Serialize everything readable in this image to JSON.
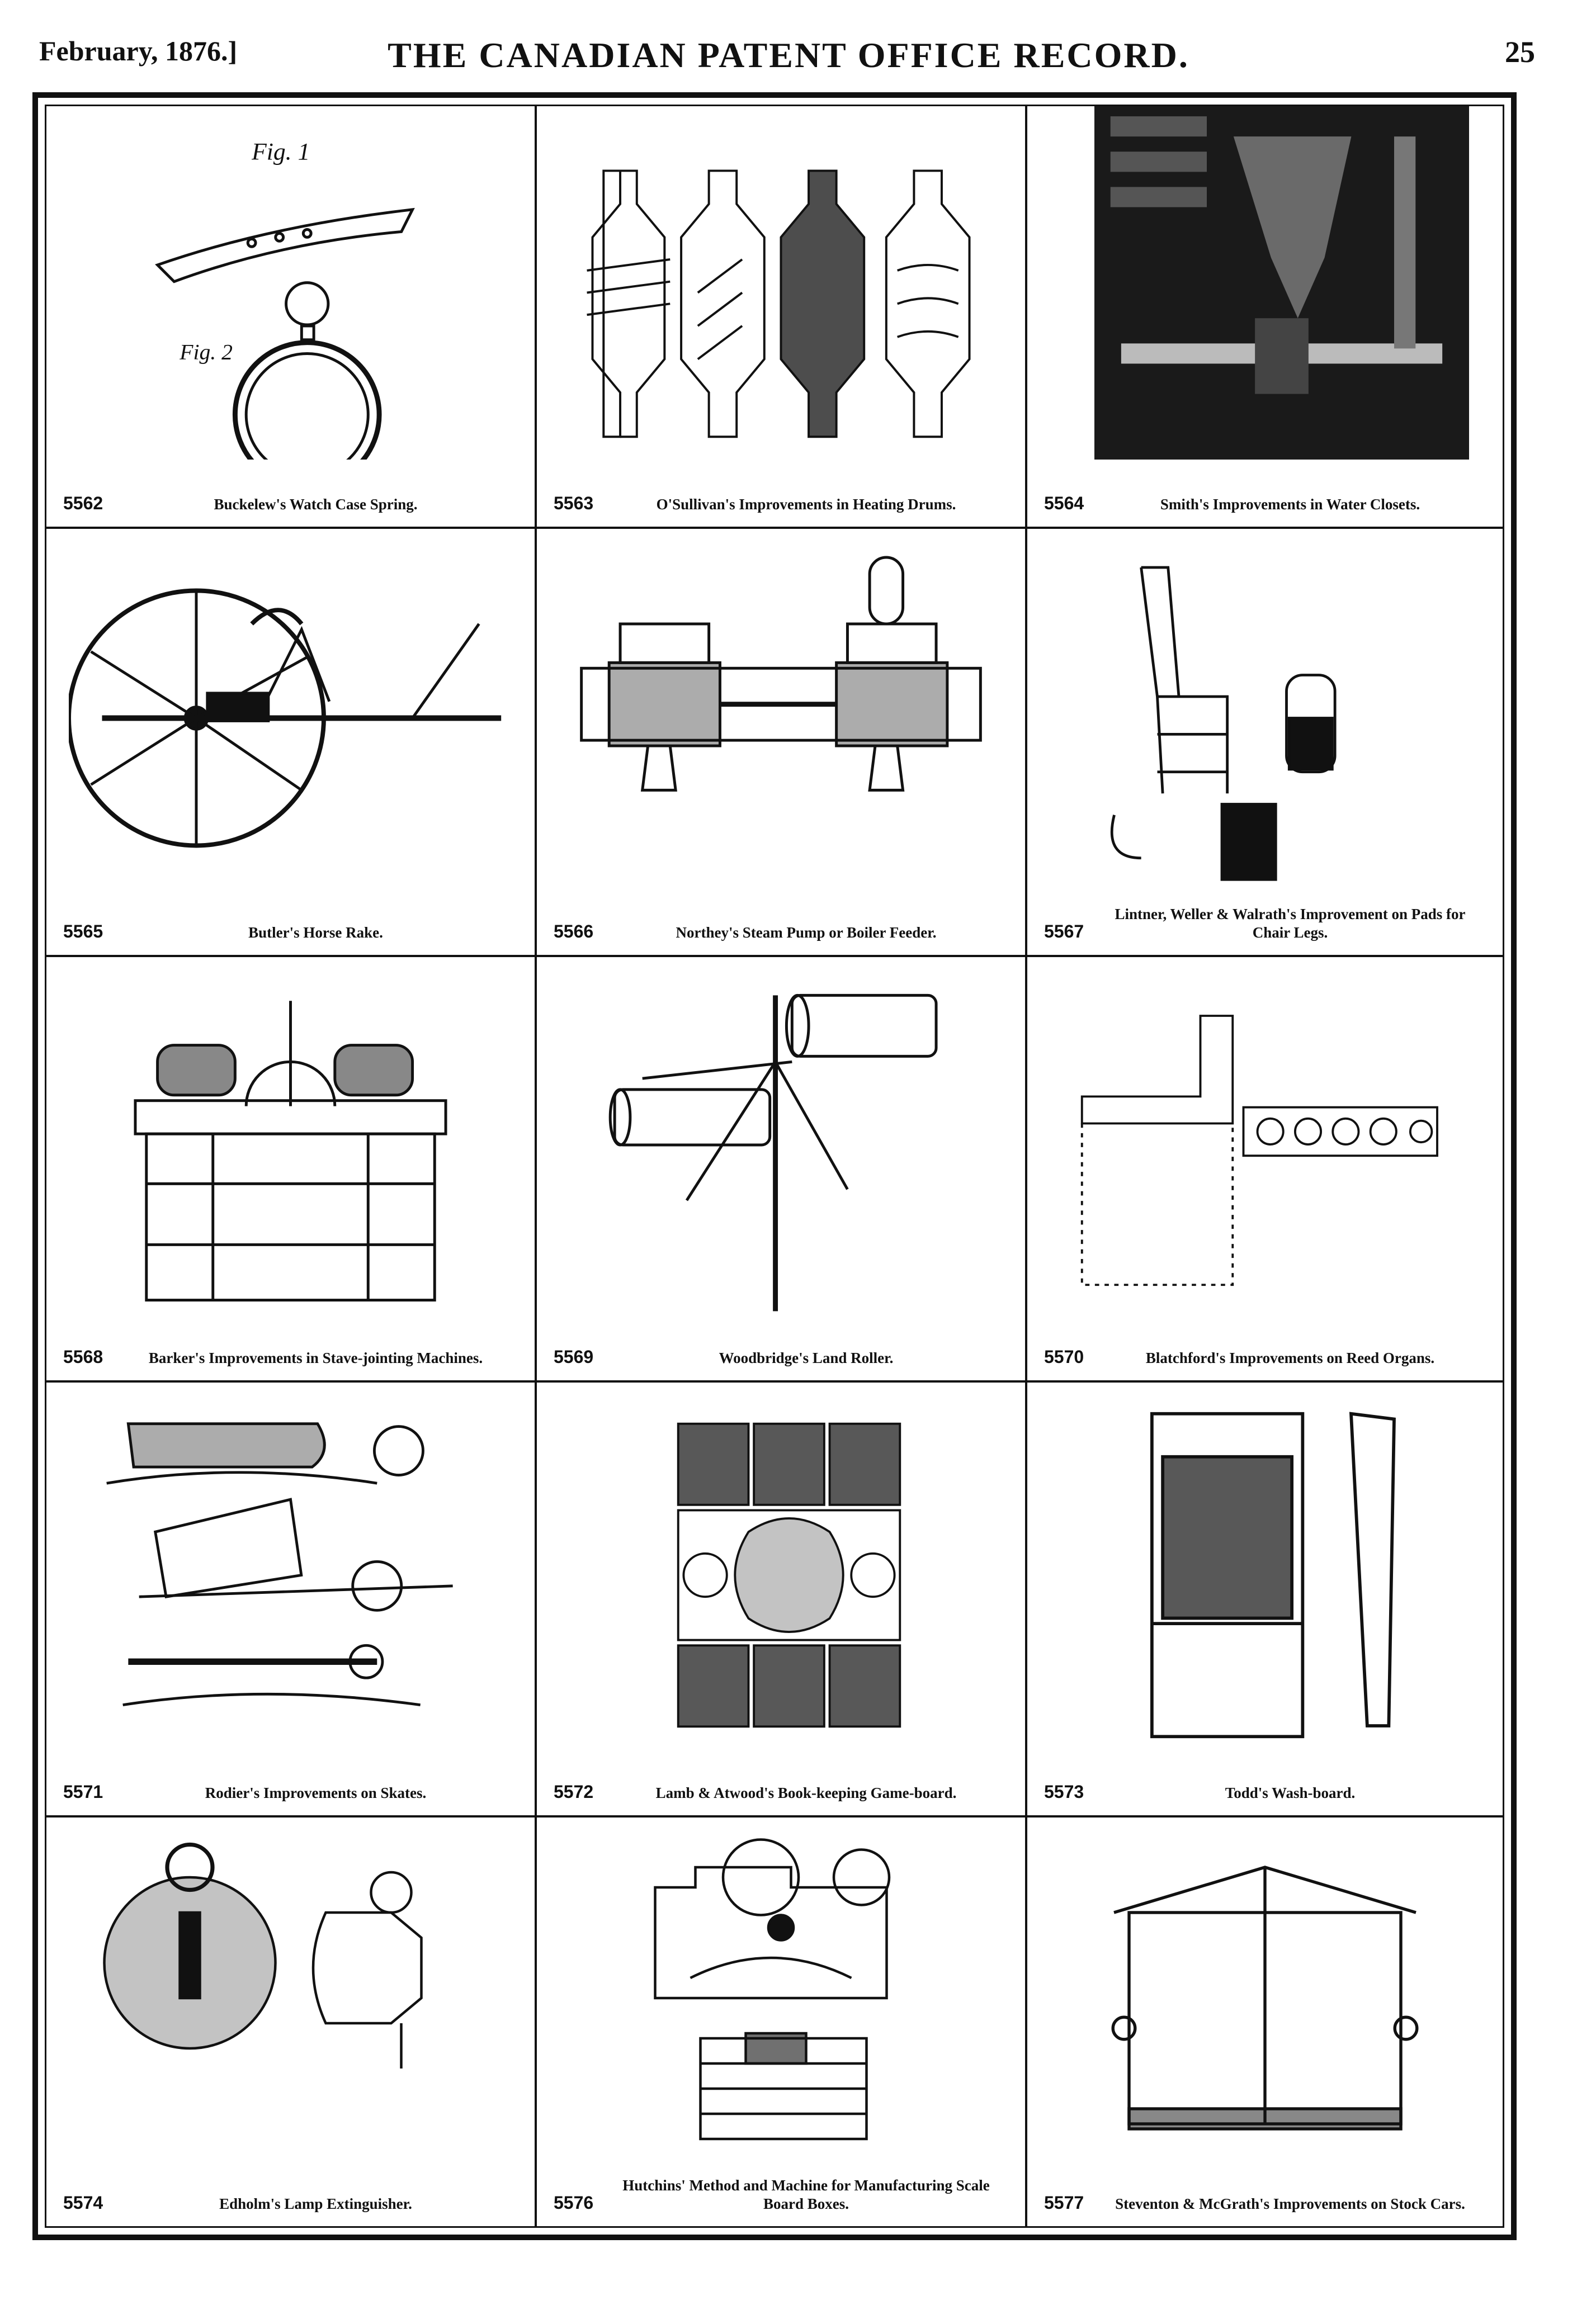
{
  "header": {
    "date": "February, 1876.]",
    "title": "THE CANADIAN PATENT OFFICE RECORD.",
    "page": "25"
  },
  "patents": [
    {
      "number": "5562",
      "caption": "Buckelew's Watch Case Spring."
    },
    {
      "number": "5563",
      "caption": "O'Sullivan's Improvements in Heating Drums."
    },
    {
      "number": "5564",
      "caption": "Smith's Improvements in Water Closets."
    },
    {
      "number": "5565",
      "caption": "Butler's Horse Rake."
    },
    {
      "number": "5566",
      "caption": "Northey's Steam Pump or Boiler Feeder."
    },
    {
      "number": "5567",
      "caption": "Lintner, Weller & Walrath's Improvement on Pads for Chair Legs."
    },
    {
      "number": "5568",
      "caption": "Barker's Improvements in Stave-jointing Machines."
    },
    {
      "number": "5569",
      "caption": "Woodbridge's Land Roller."
    },
    {
      "number": "5570",
      "caption": "Blatchford's Improvements on Reed Organs."
    },
    {
      "number": "5571",
      "caption": "Rodier's Improvements on Skates."
    },
    {
      "number": "5572",
      "caption": "Lamb & Atwood's Book-keeping Game-board."
    },
    {
      "number": "5573",
      "caption": "Todd's Wash-board."
    },
    {
      "number": "5574",
      "caption": "Edholm's Lamp Extinguisher."
    },
    {
      "number": "5576",
      "caption": "Hutchins' Method and Machine for Manufacturing Scale Board Boxes."
    },
    {
      "number": "5577",
      "caption": "Steventon & McGrath's Improvements on Stock Cars."
    }
  ]
}
